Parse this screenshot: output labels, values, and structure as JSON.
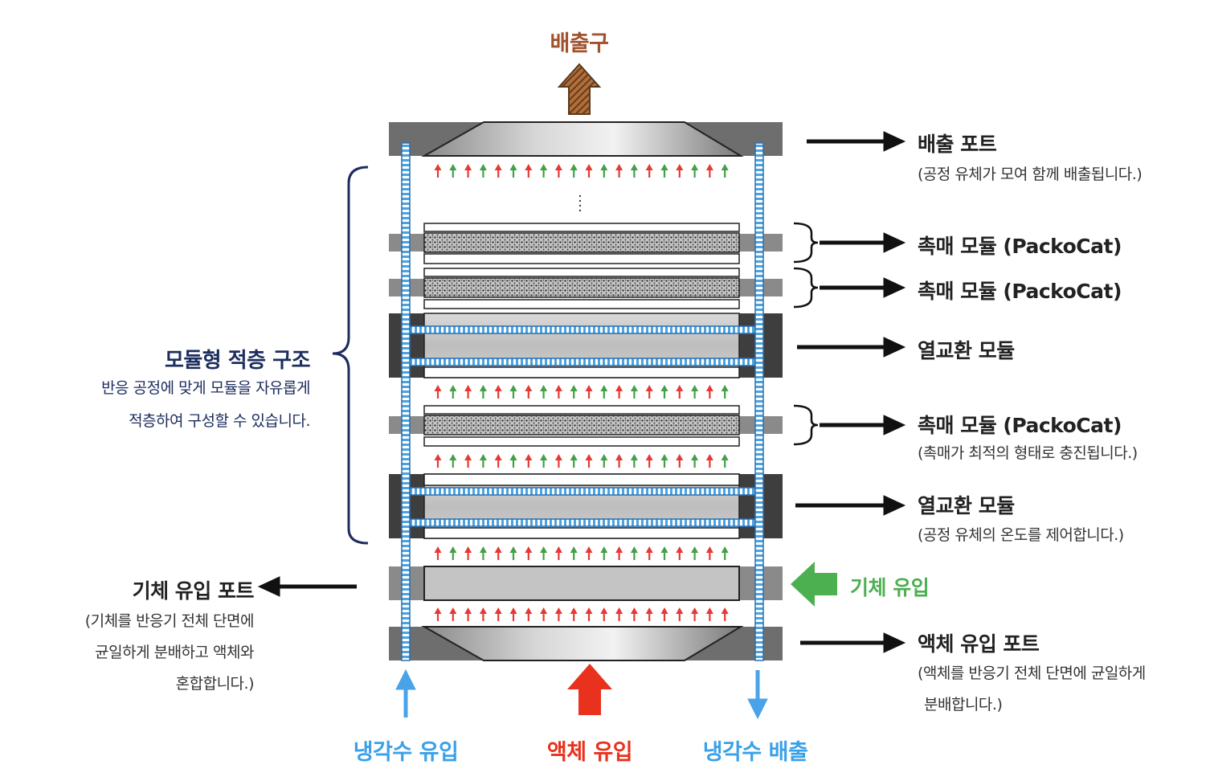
{
  "colors": {
    "exhaust": "#a0522d",
    "liquid": "#e8321e",
    "gas": "#4caf50",
    "coolant": "#3aa1e8",
    "navy": "#1c2d5e",
    "flow_red": "#e53935",
    "flow_green": "#43a047"
  },
  "exhaust": {
    "label": "배출구",
    "icon": "up-arrow-hatched-icon"
  },
  "right_labels": [
    {
      "title": "배출 포트",
      "desc": "(공정 유체가 모여 함께 배출됩니다.)"
    },
    {
      "title": "촉매 모듈 (PackoCat)"
    },
    {
      "title": "촉매 모듈 (PackoCat)"
    },
    {
      "title": "열교환 모듈"
    },
    {
      "title": "촉매 모듈 (PackoCat)",
      "desc": "(촉매가 최적의 형태로 충진됩니다.)"
    },
    {
      "title": "열교환 모듈",
      "desc": "(공정 유체의 온도를 제어합니다.)"
    },
    {
      "title": "액체 유입 포트",
      "desc": "(액체를 반응기 전체 단면에 균일하게",
      "desc2": "분배합니다.)"
    }
  ],
  "gas_inlet_label": "기체 유입",
  "left_stack": {
    "title": "모듈형 적층 구조",
    "desc_lines": [
      "반응 공정에 맞게 모듈을 자유롭게",
      "적층하여 구성할 수 있습니다."
    ]
  },
  "gas_port": {
    "title": "기체 유입 포트",
    "desc_lines": [
      "(기체를 반응기 전체 단면에",
      "균일하게 분배하고 액체와",
      "혼합합니다.)"
    ]
  },
  "bottom_labels": {
    "coolant_in": "냉각수 유입",
    "liquid_in": "액체 유입",
    "coolant_out": "냉각수 배출"
  }
}
